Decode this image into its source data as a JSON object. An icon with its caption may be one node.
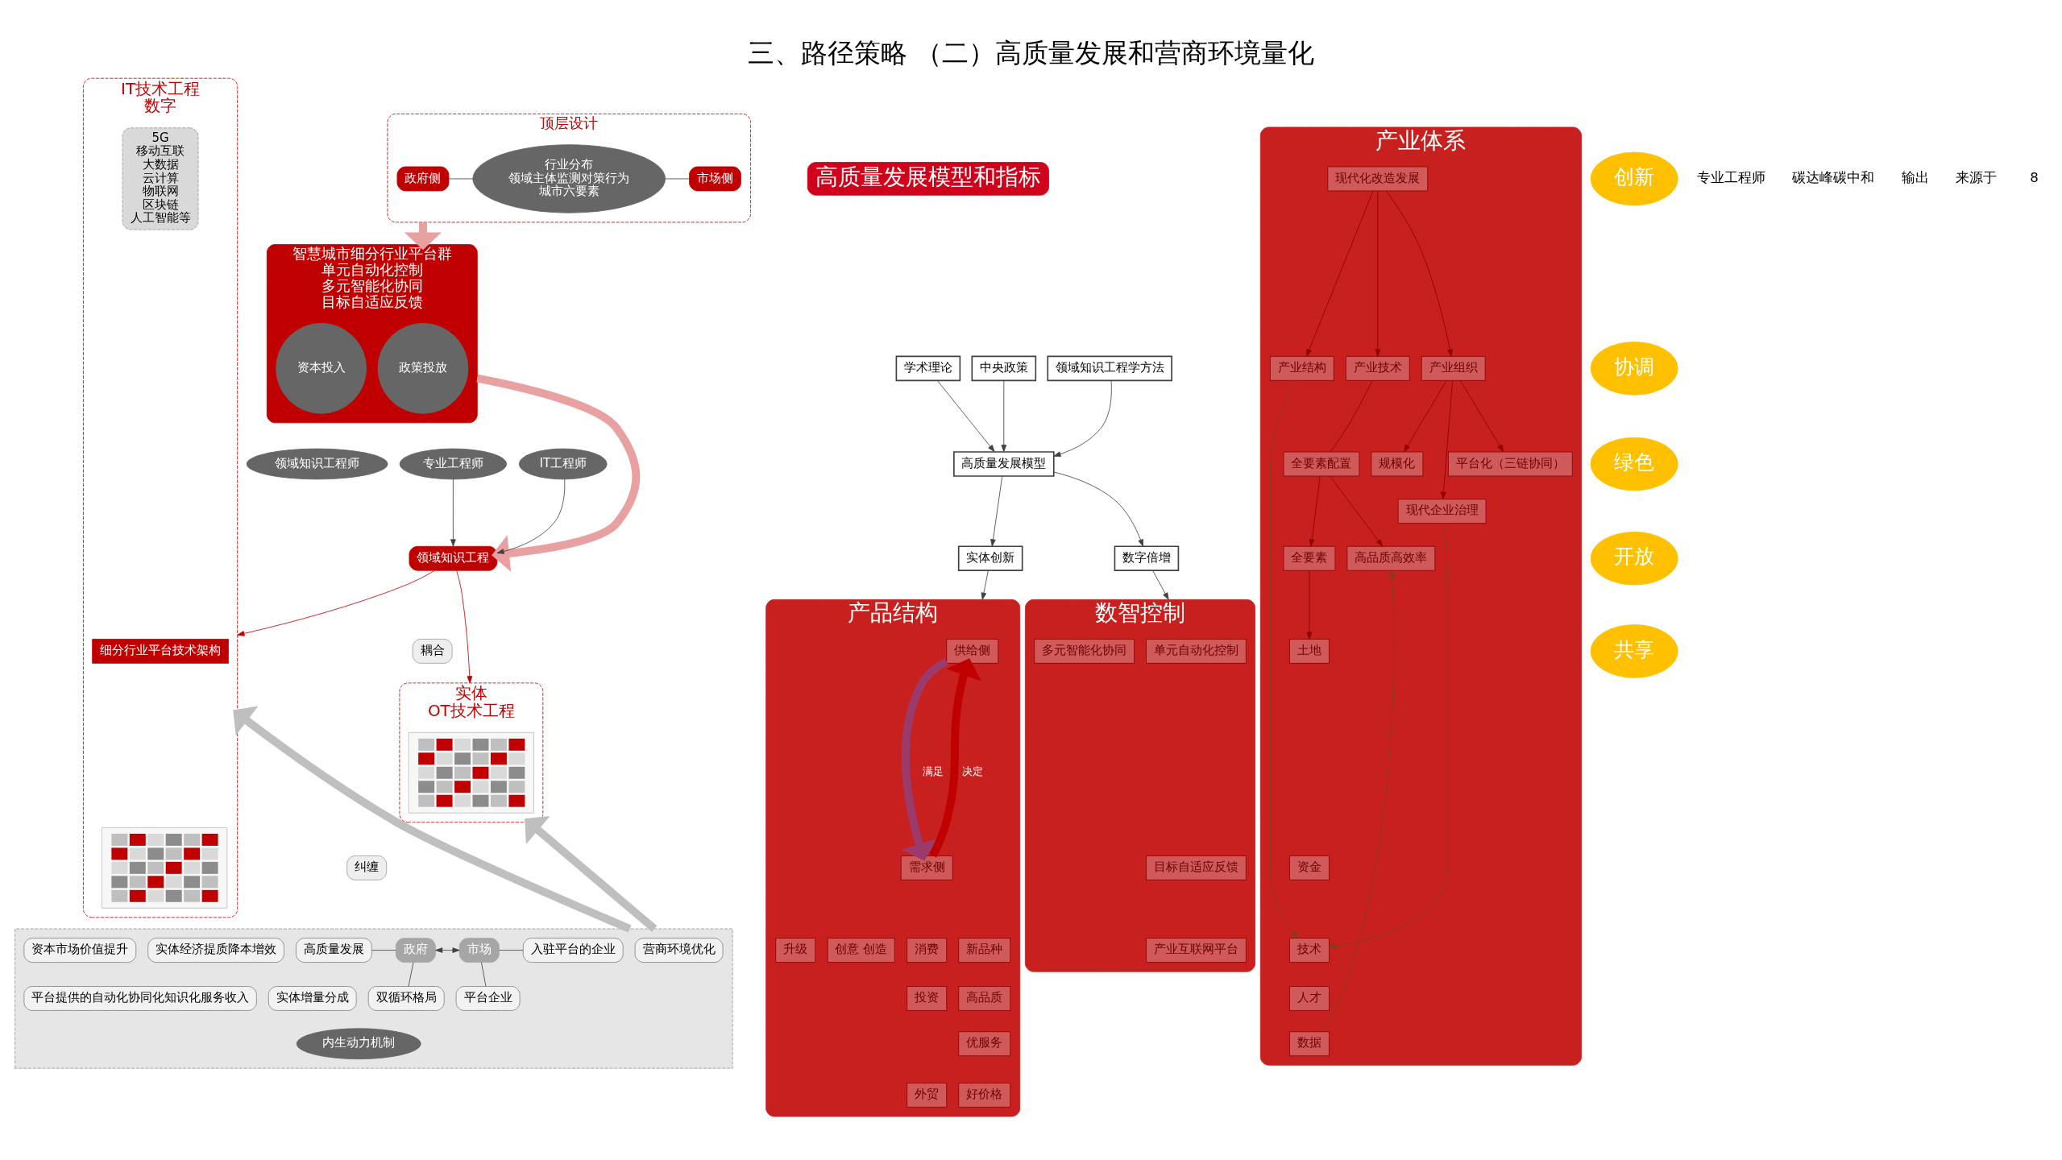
{
  "diagram": {
    "title": "三、路径策略 （二）高质量发展和营商环境量化",
    "nodes": [
      {
        "text": [
          "顶层设计"
        ]
      },
      {
        "text": [
          "政府侧"
        ],
        "in": 0
      },
      {
        "text": [
          "行业分布",
          "领域主体监测对策行为",
          "城市六要素"
        ],
        "in": 0
      },
      {
        "text": [
          "市场侧"
        ],
        "in": 0
      },
      {
        "text": [
          "智慧城市细分行业平台群",
          "单元自动化控制",
          "多元智能化协同",
          "目标自适应反馈"
        ]
      },
      {
        "text": [
          "政策投放"
        ],
        "in": 4
      },
      {
        "text": [
          "资本投入"
        ],
        "in": 4
      },
      {
        "text": [
          "专业工程师"
        ]
      },
      {
        "text": [
          "领域知识工程师"
        ]
      },
      {
        "text": [
          "IT工程师"
        ]
      },
      {
        "text": [
          "领域知识工程"
        ]
      },
      {
        "text": [
          "实体",
          "OT技术工程"
        ]
      },
      {
        "text": [],
        "shape": "picture",
        "in": 11
      },
      {
        "text": [
          "IT技术工程",
          "数字"
        ]
      },
      {
        "text": [
          "细分行业平台技术架构"
        ],
        "in": 13
      },
      {
        "text": [
          "5G",
          "移动互联",
          "大数据",
          "云计算",
          "物联网",
          "区块链",
          "人工智能等"
        ],
        "in": 13
      },
      {
        "text": [],
        "shape": "picture",
        "in": 13
      },
      {
        "text": [
          "耦合"
        ]
      },
      {
        "text": [
          "纠缠"
        ]
      },
      {
        "text": [],
        "shape": "box"
      },
      {
        "text": [
          "营商环境优化"
        ],
        "in": 19
      },
      {
        "text": [
          "高质量发展"
        ],
        "in": 19
      },
      {
        "text": [
          "双循环格局"
        ],
        "in": 19
      },
      {
        "text": [
          "政府"
        ],
        "in": 19
      },
      {
        "text": [
          "市场"
        ],
        "in": 19
      },
      {
        "text": [
          "入驻平台的企业"
        ],
        "in": 19
      },
      {
        "text": [
          "实体经济提质降本增效"
        ],
        "in": 19
      },
      {
        "text": [
          "平台企业"
        ],
        "in": 19
      },
      {
        "text": [
          "实体增量分成"
        ],
        "in": 19
      },
      {
        "text": [
          "平台提供的自动化协同化知识化服务收入"
        ],
        "in": 19
      },
      {
        "text": [
          "资本市场价值提升"
        ],
        "in": 19
      },
      {
        "text": [
          "内生动力机制"
        ],
        "in": 19
      },
      {
        "text": [
          "高质量发展模型和指标"
        ]
      },
      {
        "text": [
          "中央政策"
        ]
      },
      {
        "text": [
          "学术理论"
        ]
      },
      {
        "text": [
          "领域知识工程学方法"
        ]
      },
      {
        "text": [
          "高质量发展模型"
        ]
      },
      {
        "text": [
          "实体创新"
        ]
      },
      {
        "text": [
          "数字倍增"
        ]
      },
      {
        "text": [
          "产品结构"
        ]
      },
      {
        "text": [
          "供给侧"
        ],
        "in": 39
      },
      {
        "text": [
          "需求侧"
        ],
        "in": 39
      },
      {
        "text": [
          "创意 创造"
        ],
        "in": 39
      },
      {
        "text": [
          "新品种"
        ],
        "in": 39
      },
      {
        "text": [
          "高品质"
        ],
        "in": 39
      },
      {
        "text": [
          "优服务"
        ],
        "in": 39
      },
      {
        "text": [
          "好价格"
        ],
        "in": 39
      },
      {
        "text": [
          "升级"
        ],
        "in": 39
      },
      {
        "text": [
          "消费"
        ],
        "in": 39
      },
      {
        "text": [
          "投资"
        ],
        "in": 39
      },
      {
        "text": [
          "外贸"
        ],
        "in": 39
      },
      {
        "text": [
          "数智控制"
        ]
      },
      {
        "text": [
          "单元自动化控制"
        ],
        "in": 51
      },
      {
        "text": [
          "多元智能化协同"
        ],
        "in": 51
      },
      {
        "text": [
          "目标自适应反馈"
        ],
        "in": 51
      },
      {
        "text": [
          "产业互联网平台"
        ],
        "in": 51
      },
      {
        "text": [
          "产业体系"
        ]
      },
      {
        "text": [
          "现代化改造发展"
        ],
        "in": 56
      },
      {
        "text": [
          "产业结构"
        ],
        "in": 56
      },
      {
        "text": [
          "产业技术"
        ],
        "in": 56
      },
      {
        "text": [
          "产业组织"
        ],
        "in": 56
      },
      {
        "text": [
          "全要素配置"
        ],
        "in": 56
      },
      {
        "text": [
          "全要素"
        ],
        "in": 56
      },
      {
        "text": [
          "高品质高效率"
        ],
        "in": 56
      },
      {
        "text": [
          "土地"
        ],
        "in": 56
      },
      {
        "text": [
          "资金"
        ],
        "in": 56
      },
      {
        "text": [
          "技术"
        ],
        "in": 56
      },
      {
        "text": [
          "人才"
        ],
        "in": 56
      },
      {
        "text": [
          "数据"
        ],
        "in": 56
      },
      {
        "text": [
          "规模化"
        ],
        "in": 56
      },
      {
        "text": [
          "现代企业治理"
        ],
        "in": 56
      },
      {
        "text": [
          "平台化（三链协同）"
        ],
        "in": 56
      },
      {
        "text": [
          "创新"
        ]
      },
      {
        "text": [
          "协调"
        ]
      },
      {
        "text": [
          "绿色"
        ]
      },
      {
        "text": [
          "开放"
        ]
      },
      {
        "text": [
          "共享"
        ]
      }
    ],
    "edges": [
      {
        "from": 1,
        "to": 2,
        "arrow": "none"
      },
      {
        "from": 2,
        "to": 3,
        "arrow": "none"
      },
      {
        "from": 0,
        "to": 4,
        "arrow": "to",
        "style": "thick",
        "color": "#e8a0a0"
      },
      {
        "from": 4,
        "to": 10,
        "arrow": "to",
        "style": "thick",
        "color": "#e8a0a0"
      },
      {
        "from": 7,
        "to": 10,
        "arrow": "to"
      },
      {
        "from": 9,
        "to": 10,
        "arrow": "to"
      },
      {
        "from": 10,
        "to": 11,
        "arrow": "to",
        "color": "#c00000"
      },
      {
        "from": 10,
        "to": 13,
        "arrow": "to",
        "color": "#c00000"
      },
      {
        "from": 19,
        "to": 11,
        "arrow": "to",
        "style": "thick",
        "color": "#bfbfbf"
      },
      {
        "from": 19,
        "to": 13,
        "arrow": "to",
        "style": "thick",
        "color": "#bfbfbf"
      },
      {
        "from": 21,
        "to": 23,
        "arrow": "none"
      },
      {
        "from": 22,
        "to": 23,
        "arrow": "none"
      },
      {
        "from": 23,
        "to": 24,
        "arrow": "both"
      },
      {
        "from": 24,
        "to": 25,
        "arrow": "none"
      },
      {
        "from": 24,
        "to": 27,
        "arrow": "none"
      },
      {
        "from": 33,
        "to": 36,
        "arrow": "to"
      },
      {
        "from": 34,
        "to": 36,
        "arrow": "to"
      },
      {
        "from": 35,
        "to": 36,
        "arrow": "to"
      },
      {
        "from": 36,
        "to": 37,
        "arrow": "to"
      },
      {
        "from": 36,
        "to": 38,
        "arrow": "to"
      },
      {
        "from": 37,
        "to": 39,
        "arrow": "to"
      },
      {
        "from": 38,
        "to": 51,
        "arrow": "to"
      },
      {
        "from": 41,
        "to": 40,
        "label": "决定",
        "arrow": "to",
        "style": "thick",
        "color": "#c00000"
      },
      {
        "from": 40,
        "to": 41,
        "label": "满足",
        "arrow": "to",
        "style": "thick",
        "color": "#9b3b6b"
      },
      {
        "from": 57,
        "to": 58,
        "arrow": "to",
        "color": "#8b0000"
      },
      {
        "from": 57,
        "to": 59,
        "arrow": "to",
        "color": "#8b0000"
      },
      {
        "from": 57,
        "to": 60,
        "arrow": "to",
        "color": "#8b0000"
      },
      {
        "from": 59,
        "to": 61,
        "arrow": "none",
        "color": "#8b0000"
      },
      {
        "from": 61,
        "to": 62,
        "arrow": "to",
        "color": "#8b0000"
      },
      {
        "from": 61,
        "to": 63,
        "arrow": "to",
        "color": "#8b0000"
      },
      {
        "from": 62,
        "to": 64,
        "arrow": "to",
        "color": "#8b0000"
      },
      {
        "from": 60,
        "to": 69,
        "arrow": "to",
        "color": "#8b0000"
      },
      {
        "from": 60,
        "to": 70,
        "arrow": "to",
        "color": "#8b0000"
      },
      {
        "from": 60,
        "to": 71,
        "arrow": "to",
        "color": "#8b0000"
      },
      {
        "from": 58,
        "to": 66,
        "arrow": "to",
        "color": "#7b3f1a"
      },
      {
        "from": 70,
        "to": 66,
        "arrow": "to",
        "color": "#7b3f1a"
      },
      {
        "from": 68,
        "to": 63,
        "arrow": "to",
        "color": "#7b3f1a"
      }
    ],
    "labels": [
      "专业工程师",
      "碳达峰碳中和",
      "输出",
      "来源于",
      "8"
    ]
  }
}
